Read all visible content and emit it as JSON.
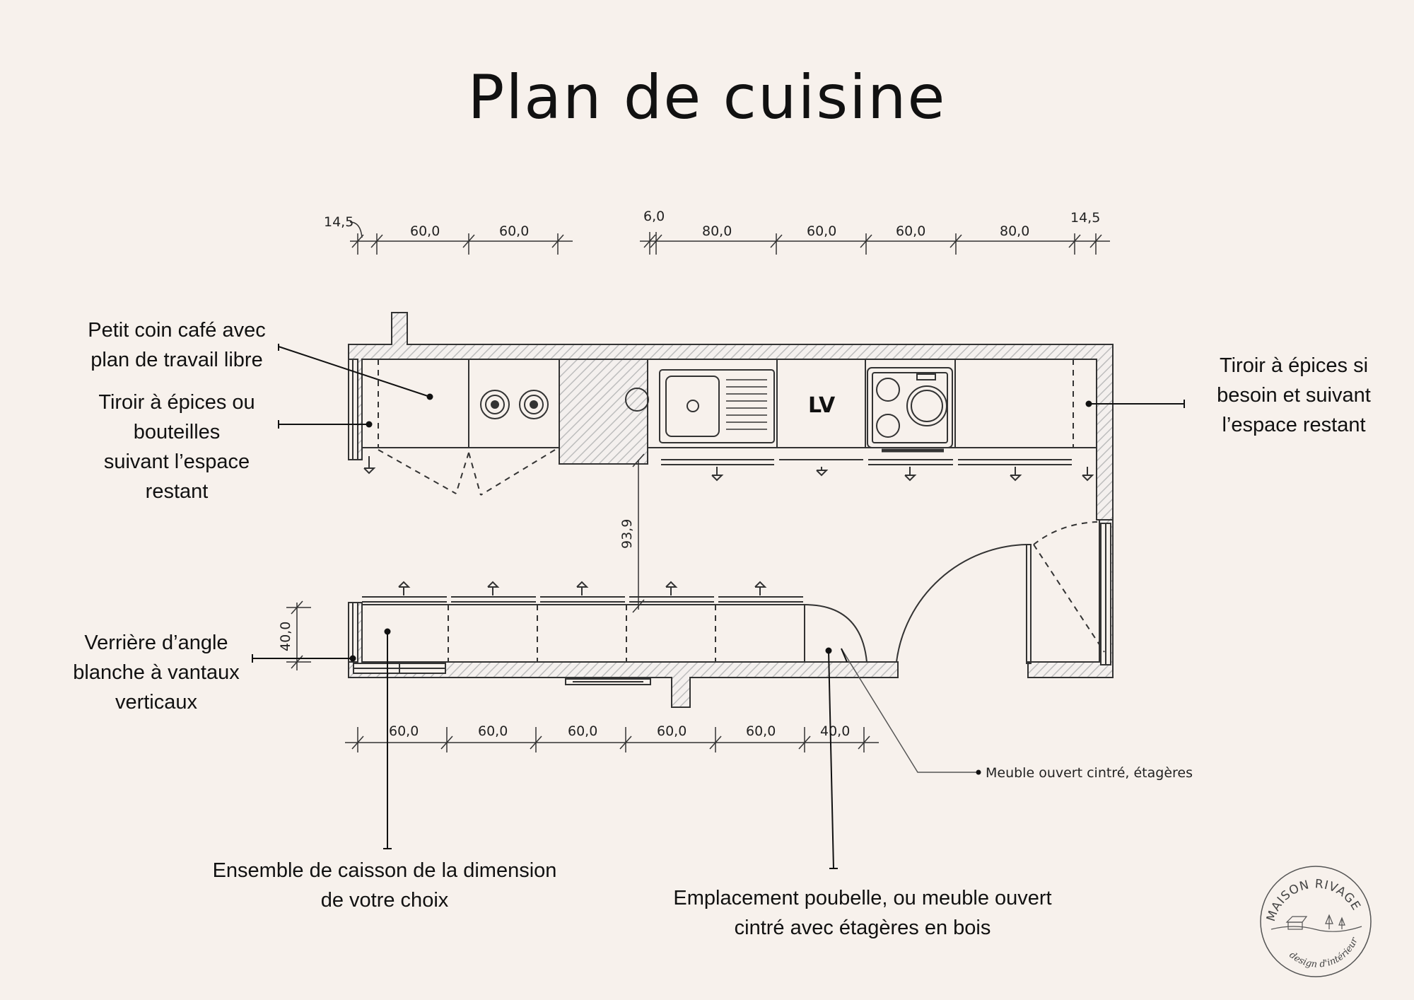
{
  "title": "Plan de cuisine",
  "dimensions": {
    "top_left": [
      "14,5",
      "60,0",
      "60,0"
    ],
    "top_right": [
      "6,0",
      "80,0",
      "60,0",
      "60,0",
      "80,0",
      "14,5"
    ],
    "bottom": [
      "60,0",
      "60,0",
      "60,0",
      "60,0",
      "60,0",
      "40,0"
    ],
    "passage_width": "93,9",
    "counter_depth": "40,0"
  },
  "appliance_label": "LV",
  "annotations": {
    "coin_cafe": [
      "Petit coin café avec",
      "plan de travail libre"
    ],
    "tiroir_bouteilles": [
      "Tiroir à épices ou",
      "bouteilles",
      "suivant l’espace",
      "restant"
    ],
    "tiroir_epices": [
      "Tiroir à épices si",
      "besoin et suivant",
      "l’espace restant"
    ],
    "verriere": [
      "Verrière d’angle",
      "blanche à vantaux",
      "verticaux"
    ],
    "caisson": [
      "Ensemble de caisson de la dimension",
      "de votre choix"
    ],
    "poubelle": [
      "Emplacement poubelle, ou meuble ouvert",
      "cintré avec étagères en bois"
    ],
    "meuble_cintre": "Meuble ouvert cintré, étagères"
  },
  "logo": {
    "name": "MAISON RIVAGE",
    "tagline": "design d'intérieur"
  }
}
